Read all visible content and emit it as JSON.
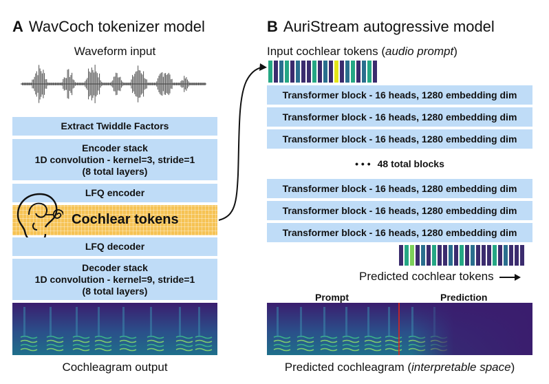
{
  "panelA": {
    "letter": "A",
    "title": "WavCoch tokenizer model",
    "waveform_label": "Waveform input",
    "twiddle_label": "Extract Twiddle Factors",
    "encoder": {
      "line1": "Encoder stack",
      "line2": "1D convolution - kernel=3, stride=1",
      "line3": "(8 total layers)"
    },
    "lfq_encoder_label": "LFQ encoder",
    "cochlear_tokens_label": "Cochlear tokens",
    "lfq_decoder_label": "LFQ decoder",
    "decoder": {
      "line1": "Decoder stack",
      "line2": "1D convolution - kernel=9, stride=1",
      "line3": "(8 total layers)"
    },
    "cochleagram_label": "Cochleagram output"
  },
  "panelB": {
    "letter": "B",
    "title": "AuriStream autogressive model",
    "input_label_prefix": "Input cochlear tokens (",
    "input_label_italic": "audio prompt",
    "input_label_suffix": ")",
    "transformer_block_label": "Transformer block - 16 heads, 1280 embedding dim",
    "total_blocks_dots": "• • •",
    "total_blocks_label": "48 total blocks",
    "predicted_tokens_label": "Predicted cochlear tokens",
    "prompt_label": "Prompt",
    "prediction_label": "Prediction",
    "predicted_cochleagram_prefix": "Predicted cochleagram (",
    "predicted_cochleagram_italic": "interpretable space",
    "predicted_cochleagram_suffix": ")"
  },
  "colors": {
    "block_blue": "#bfdcf7",
    "token_gold": "#f6c354",
    "divider_red": "#e0241b",
    "spectrogram_dark": "#3a1d6e",
    "token_palette": [
      "#3b2c6e",
      "#2a6f8e",
      "#25a784",
      "#7dd05a",
      "#e3e418",
      "#482878"
    ]
  },
  "input_tokens": [
    2,
    0,
    1,
    2,
    0,
    1,
    0,
    0,
    2,
    0,
    1,
    0,
    4,
    0,
    1,
    2,
    0,
    1,
    2,
    0
  ],
  "predicted_tokens": [
    0,
    2,
    3,
    0,
    1,
    0,
    2,
    0,
    0,
    1,
    0,
    2,
    0,
    1,
    0,
    0,
    0,
    2,
    0,
    1,
    0,
    0,
    0
  ],
  "icons": [
    "ear-icon",
    "arrow-right-icon"
  ]
}
